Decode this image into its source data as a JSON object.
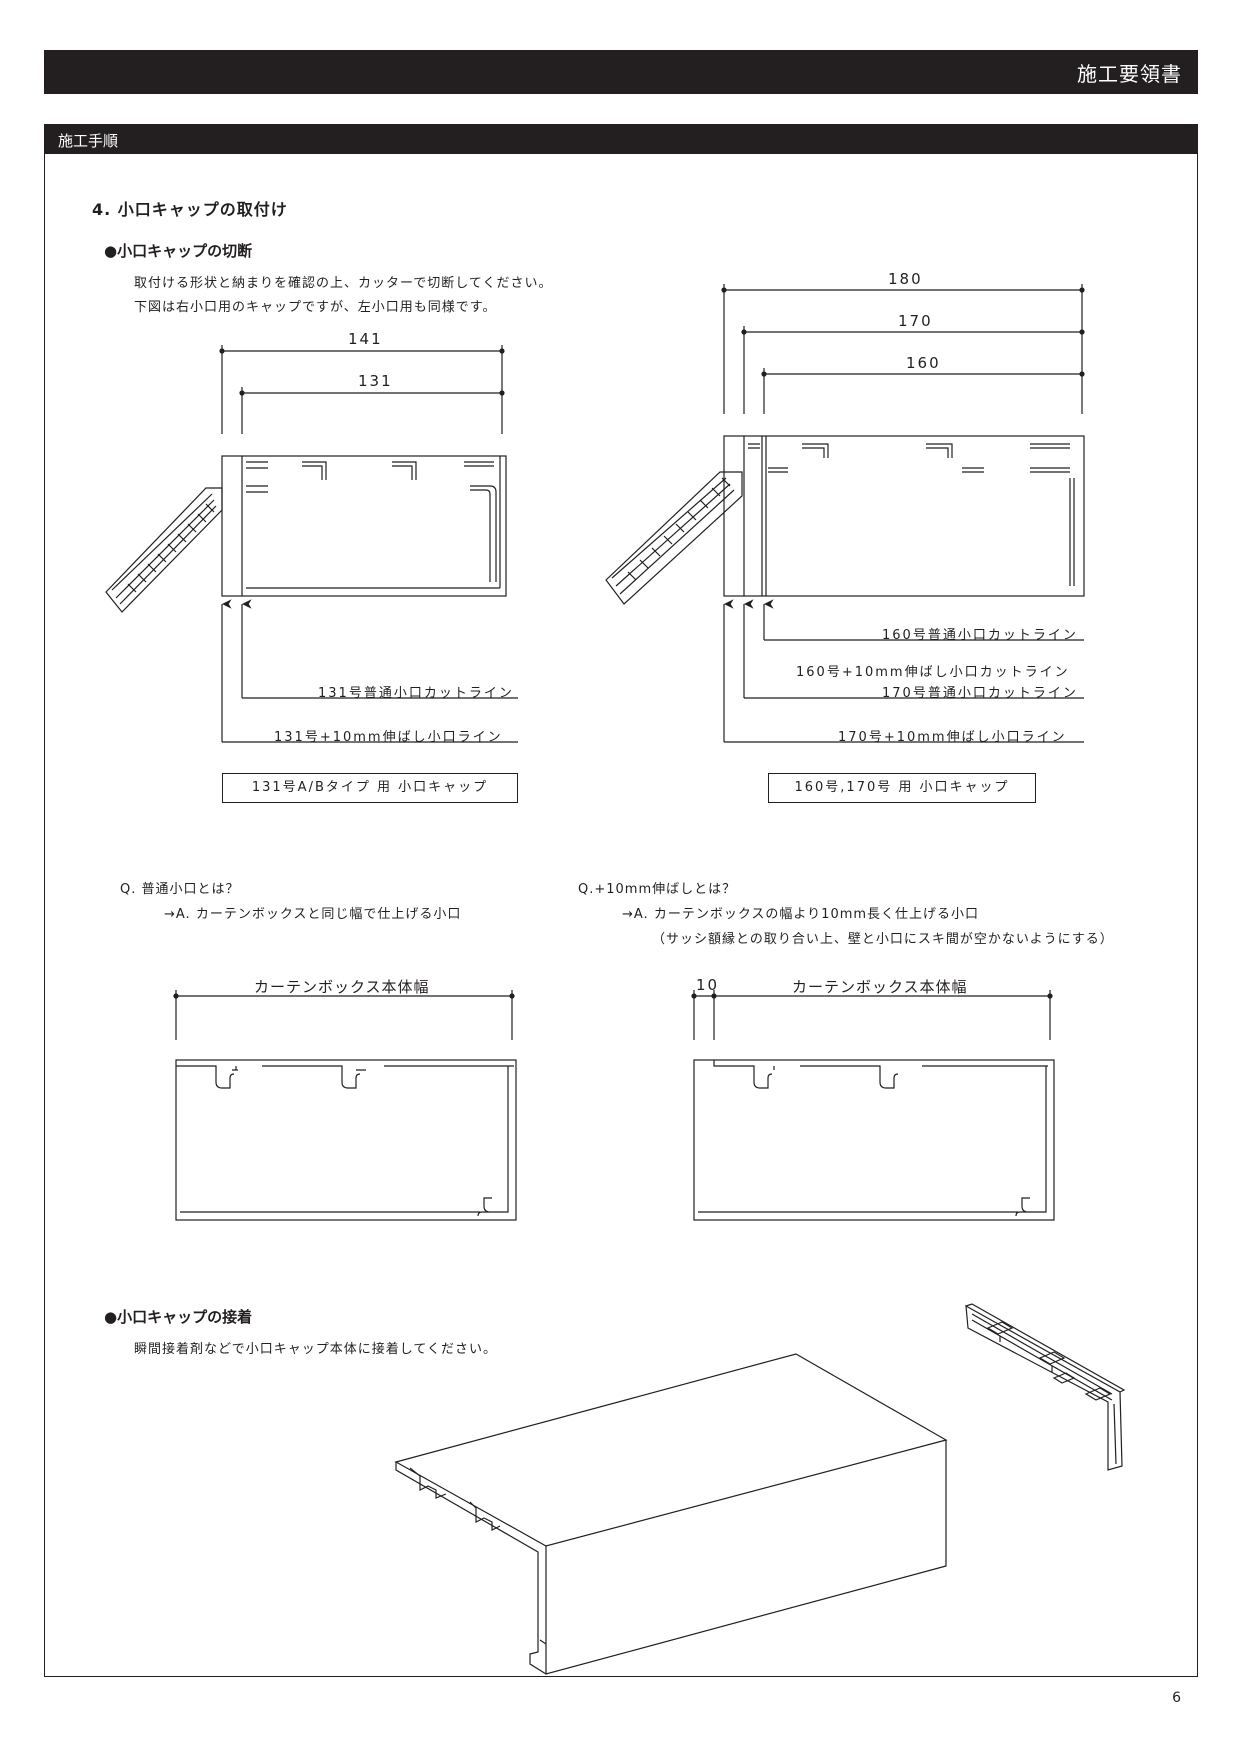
{
  "header": {
    "title": "施工要領書"
  },
  "section": {
    "title": "施工手順"
  },
  "step": {
    "title": "4. 小口キャップの取付け",
    "cutting": {
      "heading": "●小口キャップの切断",
      "line1": "取付ける形状と納まりを確認の上、カッターで切断してください。",
      "line2": "下図は右小口用のキャップですが、左小口用も同様です。"
    },
    "left_fig": {
      "dim_outer": "141",
      "dim_inner": "131",
      "label_cut": "131号普通小口カットライン",
      "label_ext": "131号+10mm伸ばし小口ライン",
      "caption": "131号A/Bタイプ 用 小口キャップ"
    },
    "right_fig": {
      "dim_outer": "180",
      "dim_mid": "170",
      "dim_inner": "160",
      "label_160": "160号普通小口カットライン",
      "label_160_ext": "160号+10mm伸ばし小口カットライン",
      "label_170": "170号普通小口カットライン",
      "label_170_ext": "170号+10mm伸ばし小口ライン",
      "caption": "160号,170号 用 小口キャップ"
    },
    "qa": {
      "q1": "Q. 普通小口とは？",
      "a1": "→A. カーテンボックスと同じ幅で仕上げる小口",
      "q2": "Q.+10mm伸ばしとは？",
      "a2": "→A. カーテンボックスの幅より10mm長く仕上げる小口",
      "a2_note": "（サッシ額縁との取り合い上、壁と小口にスキ間が空かないようにする）"
    },
    "compare": {
      "left_width_label": "カーテンボックス本体幅",
      "right_offset_label": "10",
      "right_width_label": "カーテンボックス本体幅"
    },
    "bonding": {
      "heading": "●小口キャップの接着",
      "text": "瞬間接着剤などで小口キャップ本体に接着してください。"
    }
  },
  "page_number": "6"
}
